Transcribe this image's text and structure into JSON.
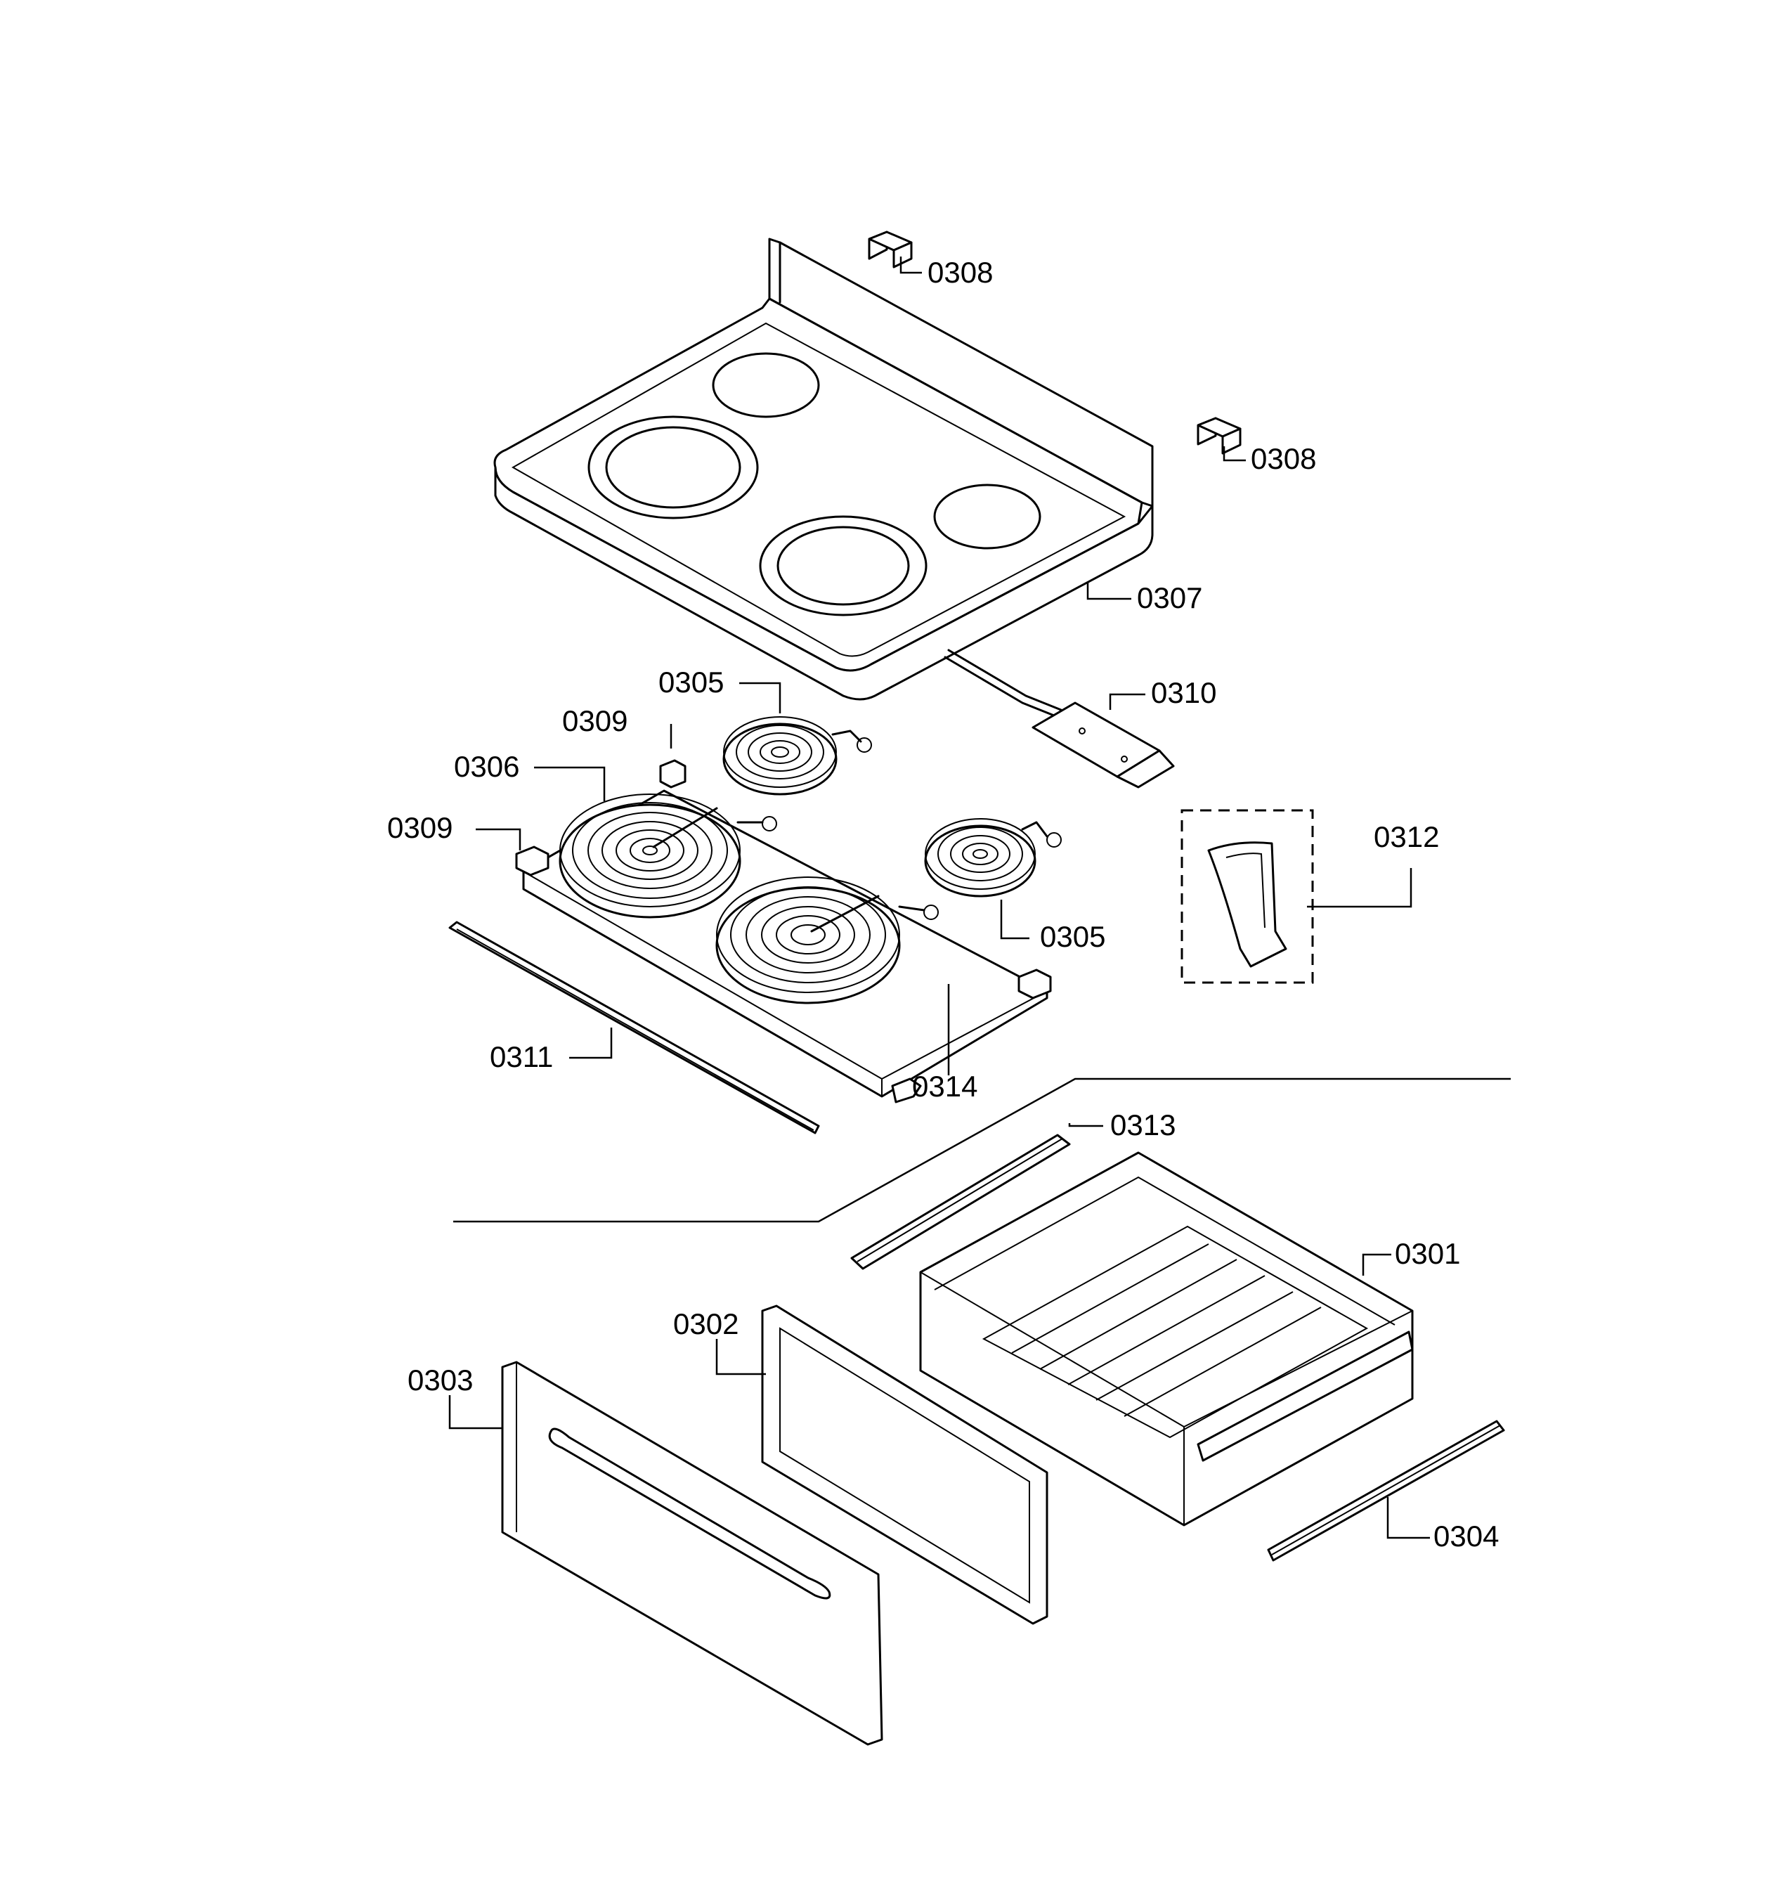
{
  "callouts": {
    "c0301": "0301",
    "c0302": "0302",
    "c0303": "0303",
    "c0304": "0304",
    "c0305a": "0305",
    "c0305b": "0305",
    "c0306": "0306",
    "c0307": "0307",
    "c0308a": "0308",
    "c0308b": "0308",
    "c0309a": "0309",
    "c0309b": "0309",
    "c0310": "0310",
    "c0311": "0311",
    "c0312": "0312",
    "c0313": "0313",
    "c0314": "0314"
  },
  "colors": {
    "line": "#000000",
    "background": "#ffffff"
  }
}
